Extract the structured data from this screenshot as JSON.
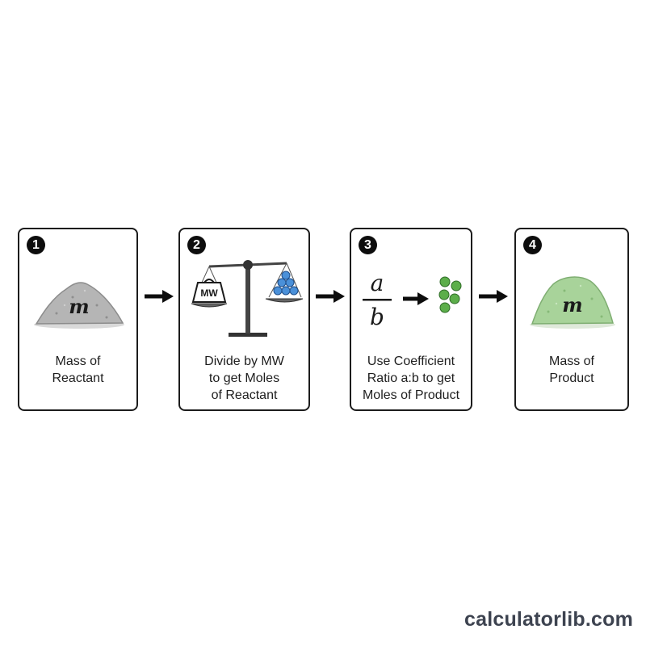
{
  "steps": [
    {
      "number": "1",
      "icon": "reactant-powder-pile-icon",
      "symbol": "m",
      "caption": [
        "Mass of",
        "Reactant"
      ]
    },
    {
      "number": "2",
      "icon": "balance-scale-icon",
      "weight_label": "MW",
      "caption": [
        "Divide by MW",
        "to get Moles",
        "of Reactant"
      ]
    },
    {
      "number": "3",
      "icon": "ratio-fraction-icon",
      "ratio_numerator": "a",
      "ratio_denominator": "b",
      "caption": [
        "Use Coefficient",
        "Ratio a:b to get",
        "Moles of Product"
      ]
    },
    {
      "number": "4",
      "icon": "product-powder-pile-icon",
      "symbol": "m",
      "caption": [
        "Mass of",
        "Product"
      ]
    }
  ],
  "footer": {
    "brand": "calculatorlib.com"
  },
  "colors": {
    "reactant": "#b5b5b5",
    "product": "#a8d39a",
    "moles_reactant": "#4a90d9",
    "moles_product": "#5cae4a",
    "outline": "#1c1c1c"
  }
}
